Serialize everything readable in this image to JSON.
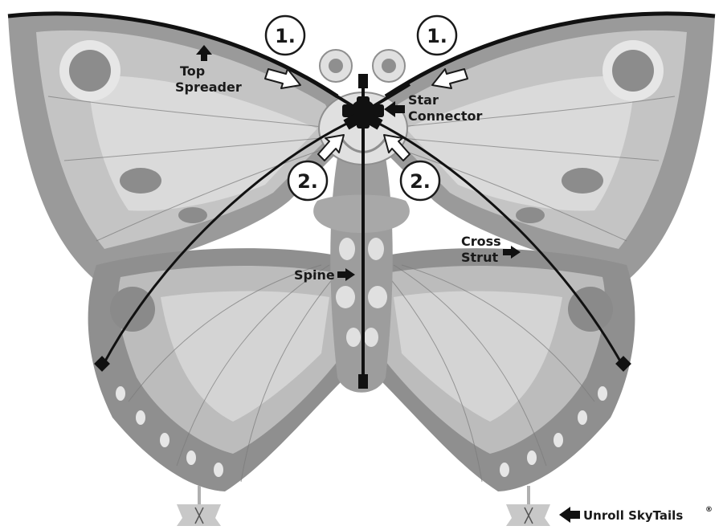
{
  "labels": {
    "step1_left": "1.",
    "step1_right": "1.",
    "step2_left": "2.",
    "step2_right": "2.",
    "top_spreader_line1": "Top",
    "top_spreader_line2": "Spreader",
    "star_connector_line1": "Star",
    "star_connector_line2": "Connector",
    "cross_strut_line1": "Cross",
    "cross_strut_line2": "Strut",
    "spine": "Spine",
    "unroll_skytails": "Unroll SkyTails",
    "registered_mark": "®"
  },
  "colors": {
    "wing_dark": "#8f8f8f",
    "wing_mid": "#b9b9b9",
    "wing_light": "#d6d6d6",
    "wing_lighter": "#e4e4e4",
    "spar": "#111111",
    "callout_stroke": "#1a1a1a",
    "callout_fill": "#ffffff"
  }
}
